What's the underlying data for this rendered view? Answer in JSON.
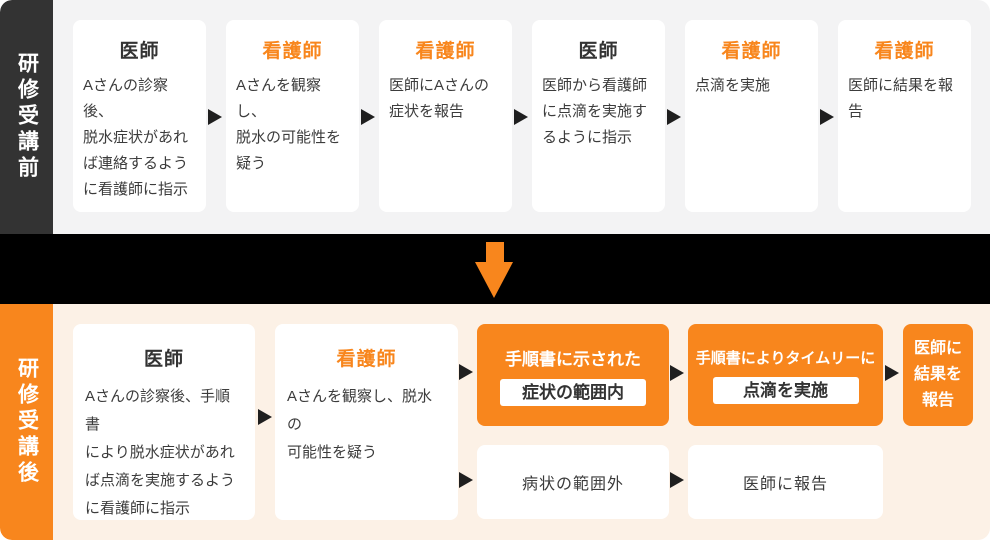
{
  "colors": {
    "orange": "#F8861D",
    "dark_label_bg": "#333333",
    "transition_band_bg": "#000000",
    "top_section_bg": "#F3F3F4",
    "bottom_section_bg": "#FCF1E6",
    "card_bg": "#FFFFFF",
    "body_text": "#3C3C3C",
    "arrow": "#1F1F1F"
  },
  "before": {
    "label": "研修受講前",
    "cards": [
      {
        "role": "医師",
        "body": "Aさんの診察後、\n脱水症状があれ\nば連絡するよう\nに看護師に指示"
      },
      {
        "role": "看護師",
        "body": "Aさんを観察し、\n脱水の可能性を\n疑う"
      },
      {
        "role": "看護師",
        "body": "医師にAさんの\n症状を報告"
      },
      {
        "role": "医師",
        "body": "医師から看護師\nに点滴を実施す\nるように指示"
      },
      {
        "role": "看護師",
        "body": "点滴を実施"
      },
      {
        "role": "看護師",
        "body": "医師に結果を報\n告"
      }
    ]
  },
  "after": {
    "label": "研修受講後",
    "doctor_card": {
      "role": "医師",
      "body": "Aさんの診察後、手順書\nにより脱水症状があれ\nば点滴を実施するよう\nに看護師に指示"
    },
    "nurse_card": {
      "role": "看護師",
      "body": "Aさんを観察し、脱水の\n可能性を疑う"
    },
    "in_scope_card": {
      "title": "手順書に示された",
      "box_label": "症状の範囲内"
    },
    "timely_card": {
      "title": "手順書によりタイムリーに",
      "box_label": "点滴を実施"
    },
    "report_result_card": {
      "text": "医師に\n結果を\n報告"
    },
    "out_of_scope_card": {
      "text": "病状の範囲外"
    },
    "report_card": {
      "text": "医師に報告"
    }
  }
}
